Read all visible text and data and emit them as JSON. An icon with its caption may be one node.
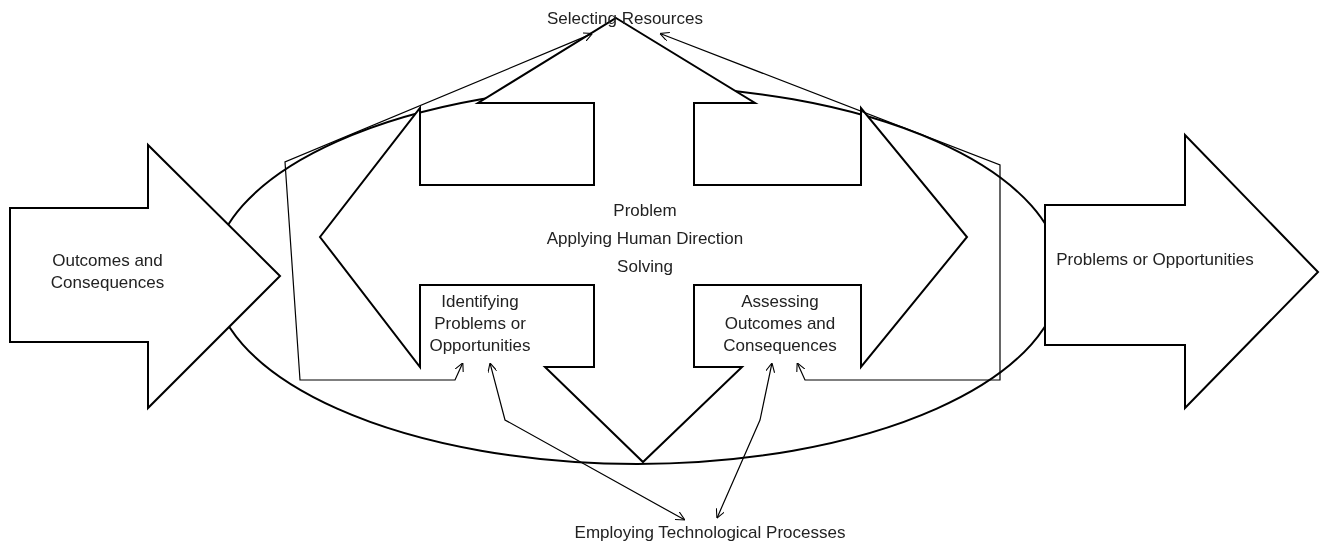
{
  "diagram": {
    "nodes": [
      {
        "text": [],
        "shape": "ellipse"
      },
      {
        "text": [
          "Outcomes and Consequences"
        ]
      },
      {
        "text": [
          "Problems or Opportunities"
        ]
      },
      {
        "text": [
          "Problem",
          "Applying Human Direction",
          "Solving"
        ]
      },
      {
        "text": [
          "Selecting Resources"
        ]
      },
      {
        "text": [
          "Identifying Problems or Opportunities"
        ],
        "in": 0
      },
      {
        "text": [
          "Assessing Outcomes and Consequences"
        ],
        "in": 0
      },
      {
        "text": [
          "Employing Technological Processes"
        ]
      }
    ],
    "edges": [
      {
        "from": 5,
        "to": 4,
        "arrow": "both"
      },
      {
        "from": 4,
        "to": 6,
        "arrow": "both"
      },
      {
        "from": 5,
        "to": 7,
        "arrow": "both"
      },
      {
        "from": 6,
        "to": 7,
        "arrow": "both"
      }
    ]
  }
}
